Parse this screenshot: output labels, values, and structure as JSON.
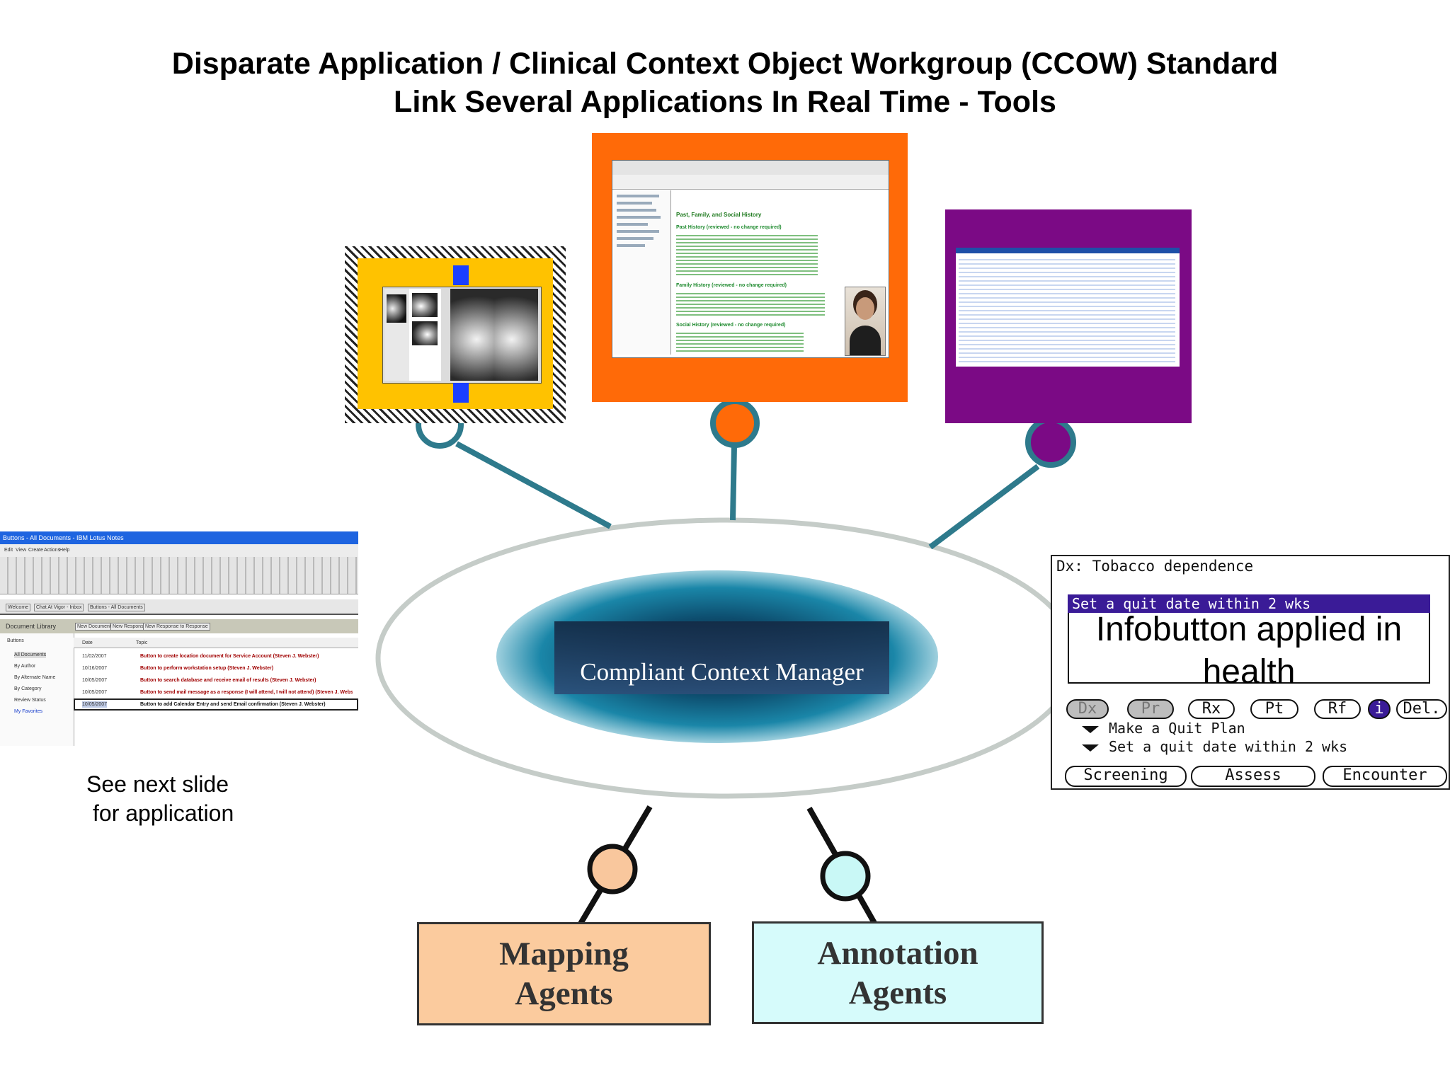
{
  "title": {
    "line1": "Disparate Application / Clinical Context Object Workgroup (CCOW) Standard",
    "line2": "Link Several Applications In Real Time - Tools"
  },
  "context_manager": {
    "label": "Compliant Context Manager"
  },
  "agents": {
    "mapping": {
      "line1": "Mapping",
      "line2": "Agents"
    },
    "annotation": {
      "line1": "Annotation",
      "line2": "Agents"
    }
  },
  "infobutton_panel": {
    "dx_header": "Dx: Tobacco dependence",
    "highlight": "Set a quit date within 2 wks",
    "overlay_text": "Infobutton applied in health",
    "tabs": [
      "Dx",
      "Pr",
      "Rx",
      "Pt",
      "Rf",
      "i",
      "Del."
    ],
    "items": [
      "Make a Quit Plan",
      "Set a quit date within 2 wks"
    ],
    "buttons": [
      "Screening",
      "Assess",
      "Encounter"
    ]
  },
  "side_note": {
    "line1": "See next slide",
    "line2": "for application"
  },
  "lotus_window": {
    "title": "Buttons - All Documents - IBM Lotus Notes",
    "menu": [
      "Edit",
      "View",
      "Create",
      "Actions",
      "Help"
    ],
    "tabs": [
      "Welcome",
      "Chat At Vigor - Inbox",
      "Buttons - All Documents"
    ],
    "sidebar_title": "Document Library",
    "sidebar_section": "Buttons",
    "sidebar_items": [
      "All Documents",
      "By Author",
      "By Alternate Name",
      "By Category",
      "Review Status",
      "My Favorites"
    ],
    "action_buttons": [
      "New Document",
      "New Response",
      "New Response to Response"
    ],
    "columns": [
      "Date",
      "Topic"
    ],
    "rows": [
      {
        "date": "11/02/2007",
        "topic": "Button to create location document for Service Account (Steven J. Webster)"
      },
      {
        "date": "10/16/2007",
        "topic": "Button to perform workstation setup (Steven J. Webster)"
      },
      {
        "date": "10/05/2007",
        "topic": "Button to search database and receive email of results (Steven J. Webster)"
      },
      {
        "date": "10/05/2007",
        "topic": "Button to send mail message as a response (I will attend, I will not attend) (Steven J. Webster)"
      },
      {
        "date": "10/05/2007",
        "topic": "Button to add Calendar Entry and send Email confirmation (Steven J. Webster)"
      }
    ]
  },
  "ehr_window": {
    "heading": "Past, Family, and Social History",
    "subheadings": [
      "Past History (reviewed - no change required)",
      "Family History (reviewed - no change required)",
      "Social History (reviewed - no change required)"
    ]
  },
  "colors": {
    "connector": "#2e7a8c",
    "xray_frame": "#ffc200",
    "ehr_frame": "#ff6a08",
    "report_frame": "#7b0a85",
    "mapping_node": "#f9c79d",
    "annotation_node": "#c9f8f6",
    "mapping_box": "#fbcb9e",
    "annotation_box": "#d6fbfb"
  }
}
